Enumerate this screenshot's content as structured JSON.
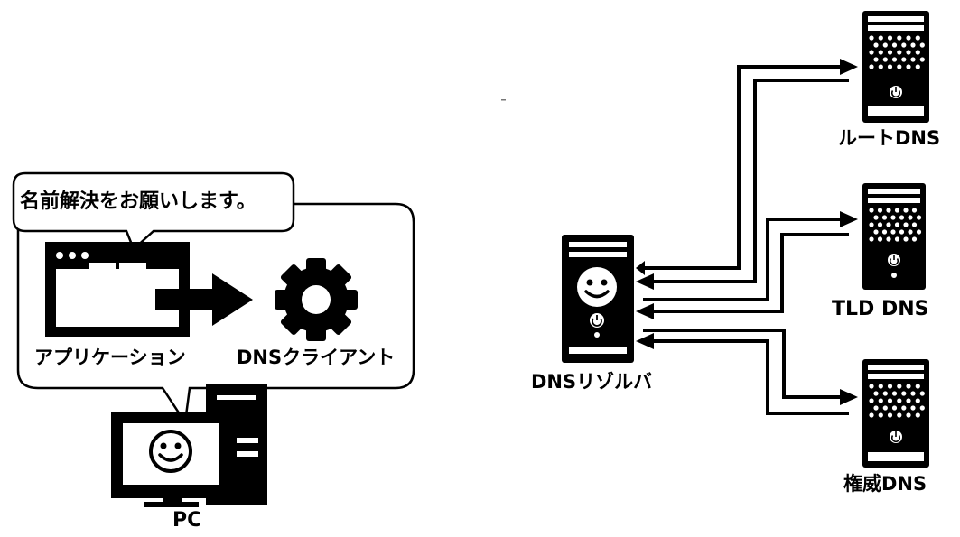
{
  "speech_bubble": {
    "text": "名前解決をお願いします。"
  },
  "pc": {
    "application_label": "アプリケーション",
    "dns_client_label": "DNSクライアント",
    "label": "PC"
  },
  "resolver": {
    "label": "DNSリゾルバ"
  },
  "servers": {
    "root": {
      "label": "ルートDNS"
    },
    "tld": {
      "label": "TLD DNS"
    },
    "authoritative": {
      "label": "権威DNS"
    }
  },
  "colors": {
    "ink": "#000000",
    "paper": "#ffffff"
  }
}
